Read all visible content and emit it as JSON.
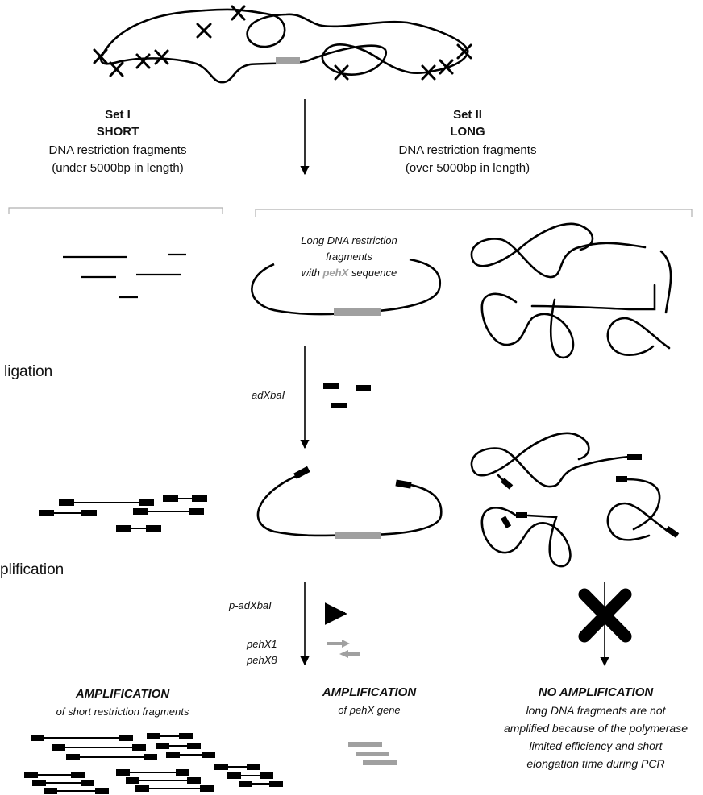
{
  "set1": {
    "title": "Set I",
    "size": "SHORT",
    "desc": "DNA restriction fragments",
    "range": "(under 5000bp in length)"
  },
  "set2": {
    "title": "Set II",
    "size": "LONG",
    "desc": "DNA restriction fragments",
    "range": "(over 5000bp in length)"
  },
  "long_with_pehx": {
    "line1": "Long DNA restriction",
    "line2": "fragments",
    "line3_pre": "with",
    "line3_gene": "pehX",
    "line3_post": "sequence"
  },
  "steps": {
    "ligation": "ligation",
    "amplification": "plification"
  },
  "reagents": {
    "adapter": "adXbaI",
    "primer": "p-adXbaI",
    "pehx_fwd": "pehX1",
    "pehx_rev": "pehX8"
  },
  "results": {
    "short": {
      "title": "AMPLIFICATION",
      "sub": "of short restriction fragments"
    },
    "pehx": {
      "title": "AMPLIFICATION",
      "sub": "of pehX gene"
    },
    "none": {
      "title": "NO AMPLIFICATION",
      "line1": "long DNA fragments are not",
      "line2": "amplified because of the polymerase",
      "line3": "limited efficiency and short",
      "line4": "elongation time during PCR"
    }
  },
  "colors": {
    "dna": "#000000",
    "gene": "#a0a0a0",
    "bracket": "#b0b0b0"
  }
}
